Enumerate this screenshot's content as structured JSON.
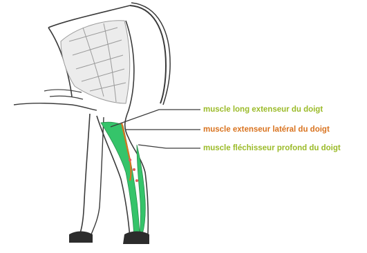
{
  "labels": {
    "long_extensor": "muscle long extenseur du doigt",
    "lateral_extensor": "muscle extenseur latéral du doigt",
    "deep_flexor": "muscle fléchisseur profond du doigt"
  },
  "colors": {
    "long_extensor": "#9bbb29",
    "lateral_extensor": "#d9731f",
    "deep_flexor": "#9bbb29",
    "muscle_fill": "#35c46a",
    "outline": "#3a3a3a",
    "hoof": "#2c2c2c"
  }
}
